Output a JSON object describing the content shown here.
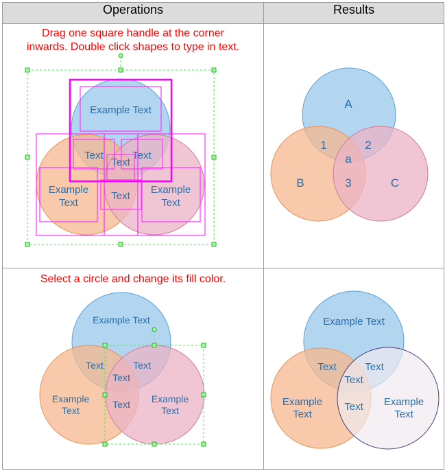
{
  "headers": {
    "operations": "Operations",
    "results": "Results"
  },
  "row1": {
    "instruction_line1": "Drag one square handle at the corner",
    "instruction_line2": "inwards. Double click shapes to type in text.",
    "ops_labels": {
      "top": "Example Text",
      "left_mid": "Text",
      "right_mid": "Text",
      "center": "Text",
      "bottom_mid": "Text",
      "left": "Example\nText",
      "left_l1": "Example",
      "left_l2": "Text",
      "right_l1": "Example",
      "right_l2": "Text"
    },
    "result_labels": {
      "a_circle": "A",
      "b_circle": "B",
      "c_circle": "C",
      "ab": "1",
      "ac": "2",
      "center": "a",
      "bc": "3"
    }
  },
  "row2": {
    "instruction": "Select a circle and change its fill color.",
    "ops_labels": {
      "top": "Example Text",
      "left_mid": "Text",
      "right_mid": "Text",
      "center": "Text",
      "bottom_mid": "Text",
      "left_l1": "Example",
      "left_l2": "Text",
      "right_l1": "Example",
      "right_l2": "Text"
    },
    "result_labels": {
      "top": "Example Text",
      "left_mid": "Text",
      "right_mid": "Text",
      "center": "Text",
      "bottom_mid": "Text",
      "left_l1": "Example",
      "left_l2": "Text",
      "right_l1": "Example",
      "right_l2": "Text"
    }
  },
  "colors": {
    "blue": "#9fcbec",
    "orange": "#f5b88f",
    "pink": "#ebb3c6",
    "magenta": "#ff00ff",
    "handle": "#33cc33",
    "instruction": "#ff0000"
  }
}
